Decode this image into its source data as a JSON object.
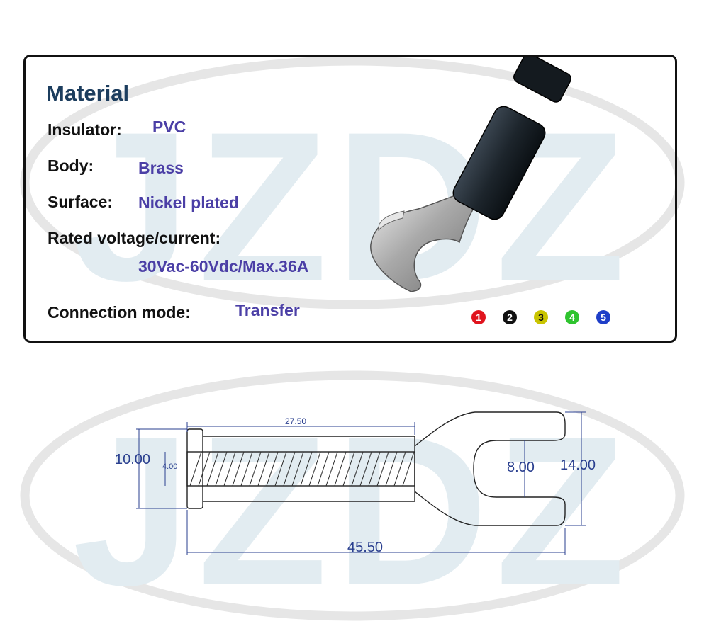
{
  "watermark": {
    "text": "JZDZ"
  },
  "material": {
    "heading": "Material",
    "insulator_label": "Insulator:",
    "insulator_value": "PVC",
    "body_label": "Body:",
    "body_value": "Brass",
    "surface_label": "Surface:",
    "surface_value": "Nickel plated",
    "rated_label": "Rated voltage/current:",
    "rated_value": "30Vac-60Vdc/Max.36A",
    "connection_label": "Connection mode:",
    "connection_value": "Transfer"
  },
  "color_options": [
    {
      "number": "1",
      "color": "#e0141e"
    },
    {
      "number": "2",
      "color": "#111111"
    },
    {
      "number": "3",
      "color": "#c9c400"
    },
    {
      "number": "4",
      "color": "#2fc42f"
    },
    {
      "number": "5",
      "color": "#1e3ec8"
    }
  ],
  "dimensions": {
    "sleeve_length": "27.50",
    "head_height": "10.00",
    "inner_diameter": "4.00",
    "slot_width": "8.00",
    "fork_width": "14.00",
    "total_length": "45.50"
  }
}
